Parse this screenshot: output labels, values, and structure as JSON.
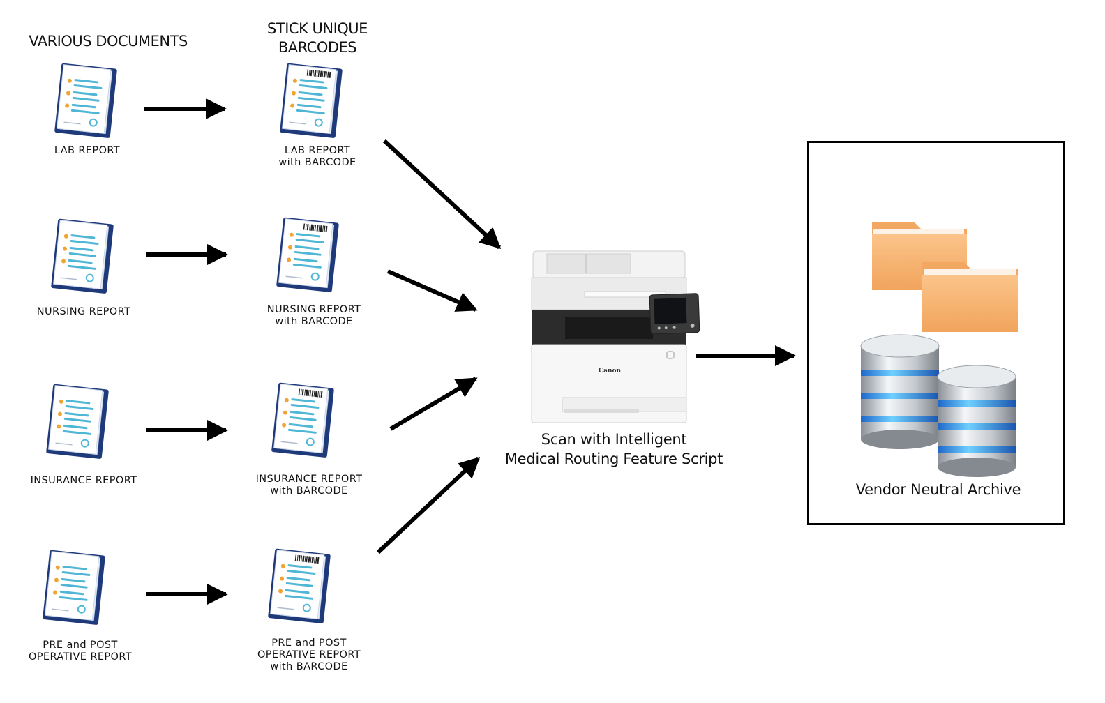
{
  "headers": {
    "col1": "VARIOUS DOCUMENTS",
    "col2": "STICK UNIQUE\nBARCODES"
  },
  "documents": [
    {
      "label": "LAB REPORT",
      "barcode_label": "LAB REPORT\nwith BARCODE"
    },
    {
      "label": "NURSING REPORT",
      "barcode_label": "NURSING REPORT\nwith BARCODE"
    },
    {
      "label": "INSURANCE REPORT",
      "barcode_label": "INSURANCE REPORT\nwith BARCODE"
    },
    {
      "label": "PRE and POST\nOPERATIVE REPORT",
      "barcode_label": "PRE and POST\nOPERATIVE REPORT\nwith BARCODE"
    }
  ],
  "scanner": {
    "caption": "Scan with Intelligent\nMedical Routing Feature Script",
    "brand": "Canon",
    "icon": "printer-scanner-icon"
  },
  "archive": {
    "caption": "Vendor Neutral Archive",
    "icons": [
      "folder-icon",
      "database-icon"
    ]
  },
  "colors": {
    "doc_blue": "#1f3a7a",
    "doc_line": "#4fb6d6",
    "check": "#f0a431",
    "folder": "#f7b26d",
    "db_ring": "#2a8cf0"
  }
}
